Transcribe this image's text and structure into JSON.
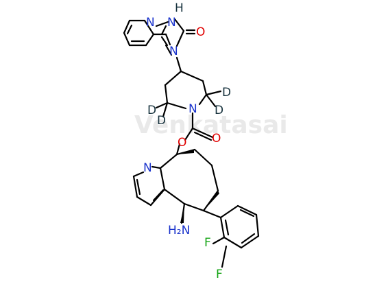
{
  "watermark": "Venkatasai",
  "atoms": {
    "n_pyridine_top": "N",
    "n_imidazole_h": "N",
    "h_imidazole": "H",
    "o_carbonyl_top": "O",
    "n_imidazole_sub": "N",
    "n_piperidine": "N",
    "d1": "D",
    "d2": "D",
    "d3": "D",
    "d4": "D",
    "o_ester": "O",
    "o_carbonyl_ester": "O",
    "n_pyridine_bottom": "N",
    "nh2_label": "H₂N",
    "f1": "F",
    "f2": "F"
  },
  "colors": {
    "nitrogen": "#1a33cc",
    "oxygen": "#e00000",
    "deuterium": "#17323d",
    "fluorine": "#16a516",
    "bond": "#000000"
  }
}
